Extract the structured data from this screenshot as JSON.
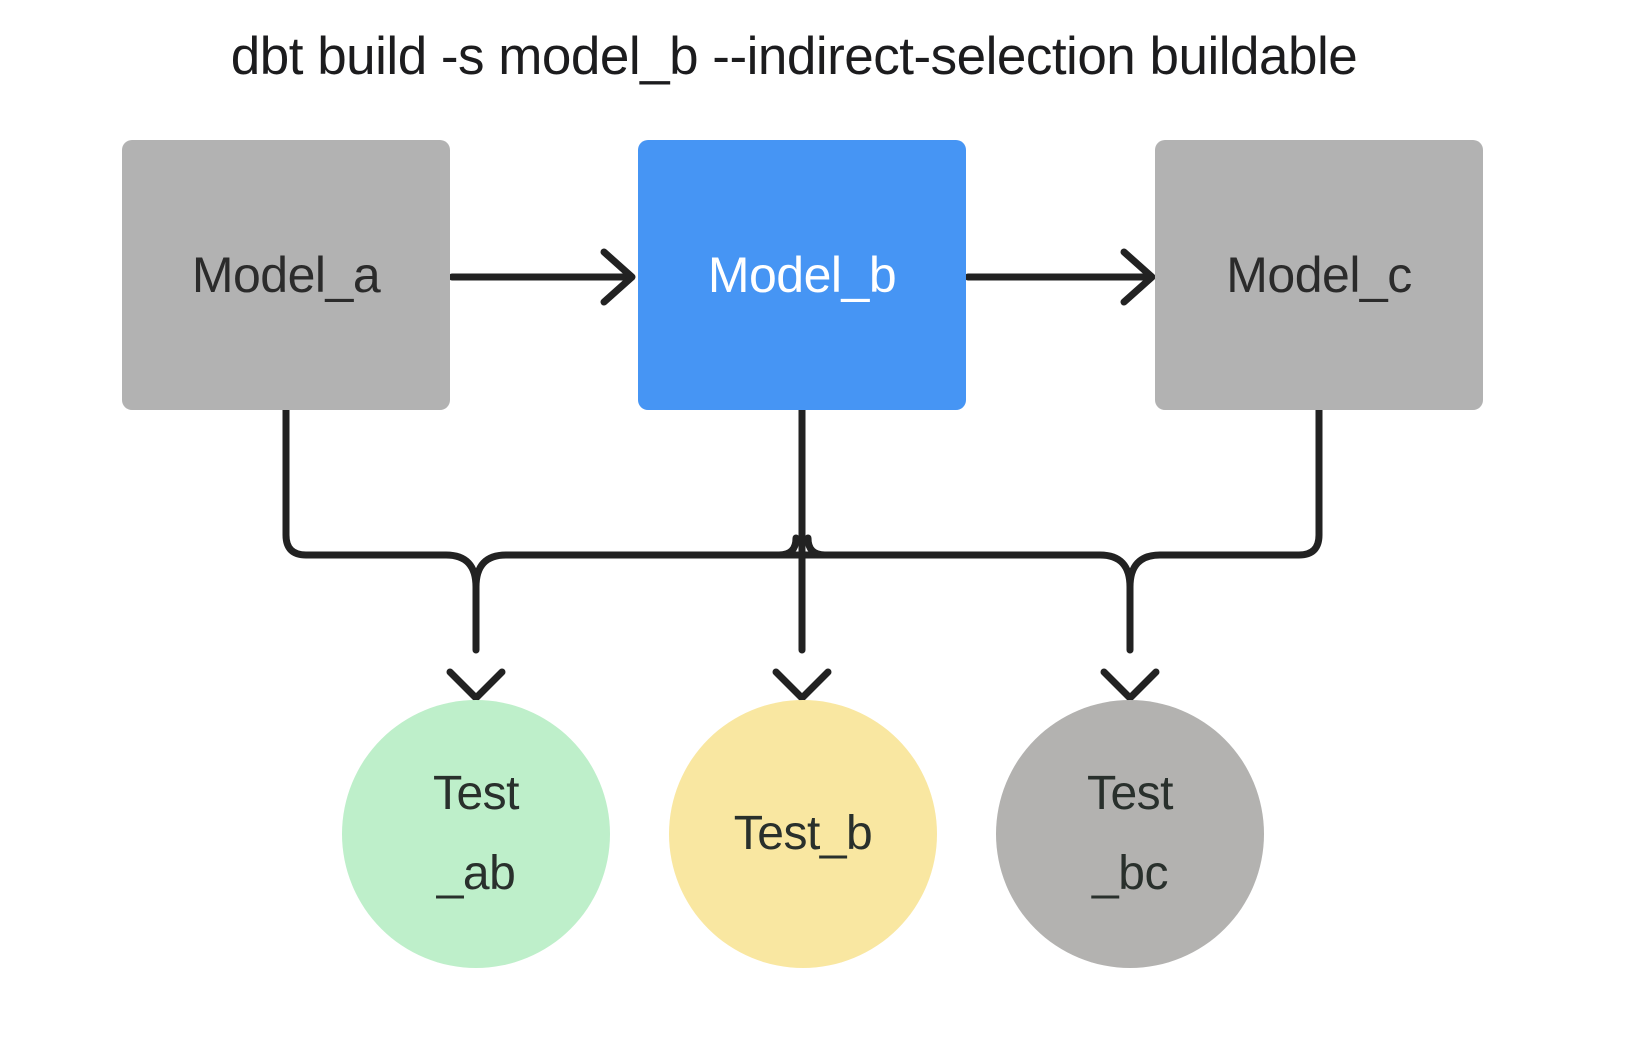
{
  "title": "dbt build -s model_b --indirect-selection buildable",
  "colors": {
    "model_gray": "#b2b2b2",
    "model_selected_blue": "#4695f4",
    "test_green": "#beefca",
    "test_yellow": "#f9e7a1",
    "test_gray": "#b3b2b0",
    "edge_line": "#222222",
    "background": "#ffffff"
  },
  "models": [
    {
      "id": "model_a",
      "label": "Model_a",
      "selected": false
    },
    {
      "id": "model_b",
      "label": "Model_b",
      "selected": true
    },
    {
      "id": "model_c",
      "label": "Model_c",
      "selected": false
    }
  ],
  "tests": [
    {
      "id": "test_ab",
      "line1": "Test",
      "line2": "_ab"
    },
    {
      "id": "test_b",
      "line1": "Test_b",
      "line2": ""
    },
    {
      "id": "test_bc",
      "line1": "Test",
      "line2": "_bc"
    }
  ]
}
